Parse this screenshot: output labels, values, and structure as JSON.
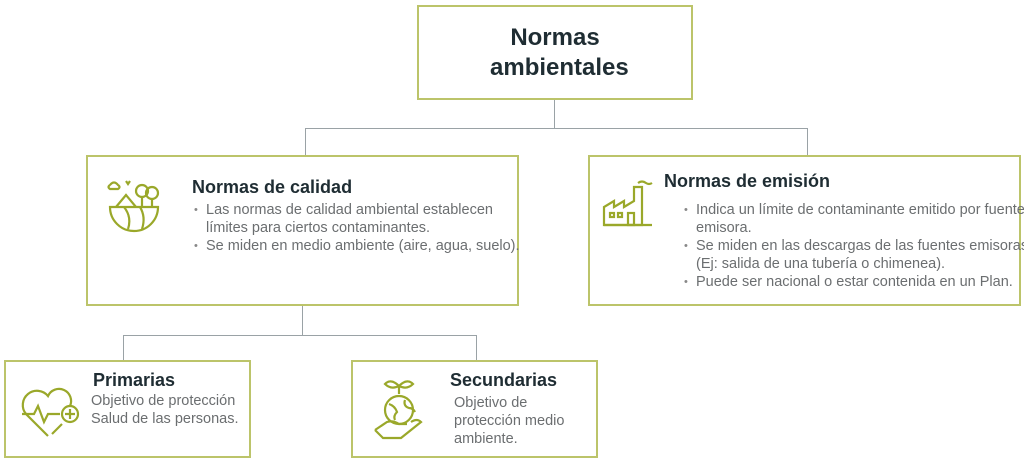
{
  "root": {
    "title": "Normas ambientales"
  },
  "calidad": {
    "title": "Normas de calidad",
    "bullets": [
      "Las normas de calidad ambiental establecen límites para ciertos contaminantes.",
      "Se miden en medio ambiente (aire, agua, suelo)."
    ]
  },
  "emision": {
    "title": "Normas de emisión",
    "bullets": [
      "Indica un límite de contaminante emitido por fuente emisora.",
      "Se miden en las descargas de las fuentes emisoras (Ej: salida de una tubería o chimenea).",
      "Puede ser nacional o estar contenida en un Plan."
    ]
  },
  "primarias": {
    "title": "Primarias",
    "text": "Objetivo de protección Salud de las personas."
  },
  "secundarias": {
    "title": "Secundarias",
    "text": "Objetivo de protección medio ambiente."
  },
  "colors": {
    "border": "#bcc46a",
    "icon": "#9aa82a",
    "title": "#1f2d33"
  }
}
